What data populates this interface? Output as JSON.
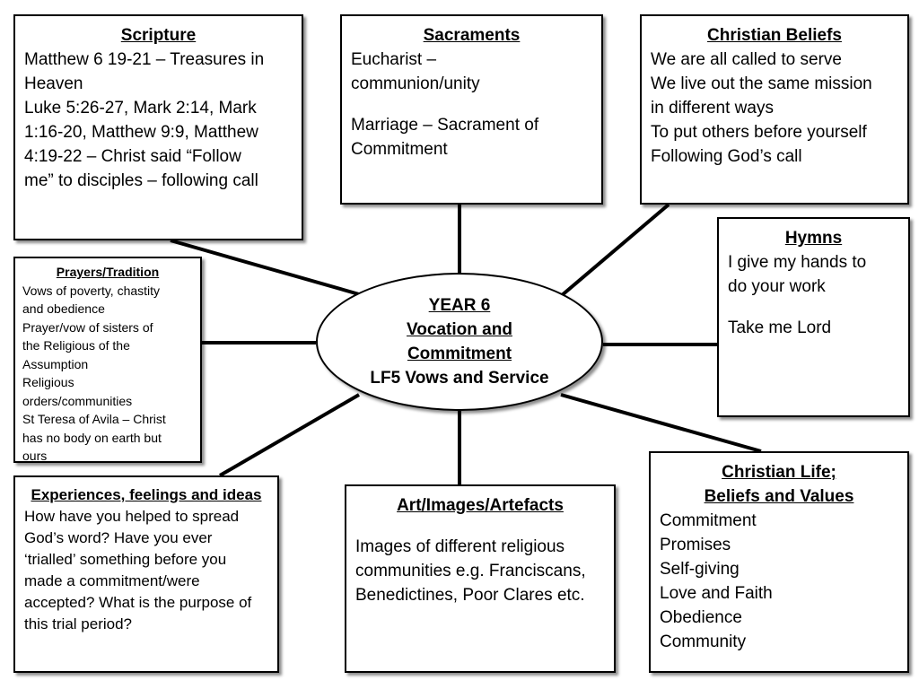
{
  "center": {
    "line1": "YEAR 6",
    "line2": "Vocation and",
    "line3": "Commitment",
    "line4": "LF5 Vows and Service"
  },
  "scripture": {
    "title": "Scripture",
    "lines": [
      "Matthew 6 19-21 – Treasures in",
      "Heaven",
      "Luke 5:26-27, Mark 2:14, Mark",
      "1:16-20, Matthew 9:9, Matthew",
      "4:19-22 – Christ said “Follow",
      "me” to disciples – following call"
    ]
  },
  "sacraments": {
    "title": "Sacraments",
    "lines": [
      "Eucharist –",
      "communion/unity",
      "",
      "Marriage – Sacrament of",
      "Commitment"
    ]
  },
  "christian_beliefs": {
    "title": "Christian Beliefs",
    "lines": [
      "We are all called to serve",
      "We live out the same mission",
      "in different ways",
      "To put others before yourself",
      "Following God’s call"
    ]
  },
  "prayers": {
    "title": "Prayers/Tradition",
    "lines": [
      "Vows of poverty, chastity",
      "and obedience",
      "Prayer/vow of sisters of",
      "the Religious of the",
      "Assumption",
      "Religious",
      "orders/communities",
      "St Teresa of Avila – Christ",
      "has no body on earth but",
      "ours"
    ]
  },
  "hymns": {
    "title": "Hymns",
    "lines": [
      "I give my hands to",
      "do your work",
      "",
      "Take me Lord"
    ]
  },
  "experiences": {
    "title": "Experiences, feelings and ideas",
    "lines": [
      "How have you helped to spread",
      "God’s word? Have you ever",
      "‘trialled’ something before you",
      "made a commitment/were",
      "accepted? What is the purpose of",
      "this trial period?"
    ]
  },
  "art": {
    "title": "Art/Images/Artefacts",
    "lines": [
      "",
      "Images of different religious",
      "communities e.g. Franciscans,",
      "Benedictines, Poor Clares etc."
    ]
  },
  "christian_life": {
    "title_line1": "Christian Life;",
    "title_line2": "Beliefs and Values",
    "lines": [
      "Commitment",
      "Promises",
      "Self-giving",
      "Love and Faith",
      "Obedience",
      "Community"
    ]
  },
  "colors": {
    "border": "#000000",
    "background": "#ffffff",
    "text": "#000000"
  }
}
